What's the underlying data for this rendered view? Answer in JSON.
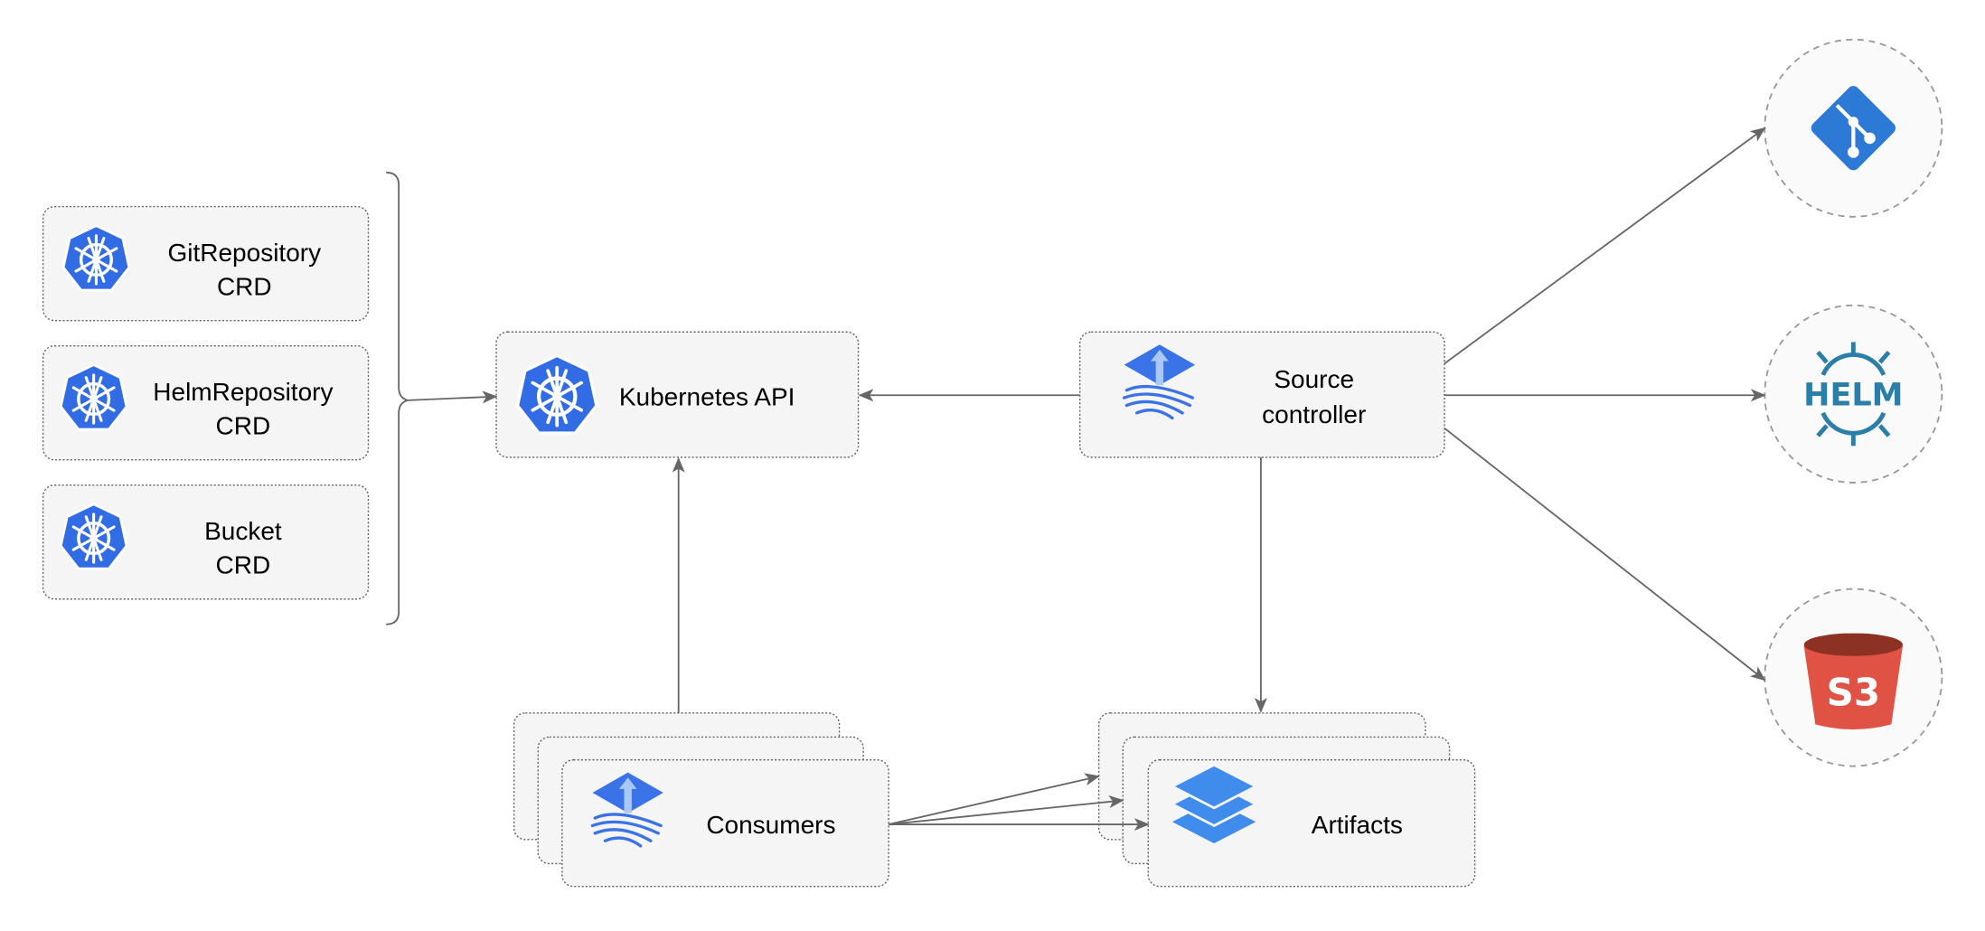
{
  "nodes": {
    "git_crd": [
      "GitRepository",
      "CRD"
    ],
    "helm_crd": [
      "HelmRepository",
      "CRD"
    ],
    "bucket_crd": [
      "Bucket",
      "CRD"
    ],
    "kube_api": "Kubernetes API",
    "source_controller": [
      "Source",
      "controller"
    ],
    "consumers": "Consumers",
    "artifacts": "Artifacts",
    "helm_logo_text": "HELM",
    "s3_logo_text": "S3"
  },
  "icons": {
    "crd": "kubernetes-icon",
    "source_controller": "flux-icon",
    "consumers": "flux-icon",
    "artifacts": "layers-icon",
    "git": "git-icon",
    "helm": "helm-icon",
    "s3": "s3-bucket-icon"
  },
  "colors": {
    "kubernetes": "#326ce5",
    "flux": "#3a73e8",
    "artifacts": "#3f8ced",
    "git": "#2d7ad6",
    "helm": "#2a7ea8",
    "s3_body": "#e05243",
    "s3_top": "#8c3123",
    "edge": "#666666",
    "box_fill": "#f5f5f5"
  }
}
